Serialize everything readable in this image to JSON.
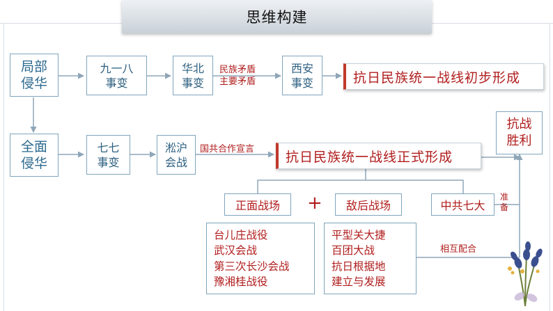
{
  "title": "思维构建",
  "row1": {
    "start": [
      "局部",
      "侵华"
    ],
    "event1": [
      "九一八",
      "事变"
    ],
    "event2": [
      "华北",
      "事变"
    ],
    "conflict_note": [
      "民族矛盾",
      "主要矛盾"
    ],
    "event3": [
      "西安",
      "事变"
    ],
    "result": "抗日民族统一战线初步形成"
  },
  "row2": {
    "start": [
      "全面",
      "侵华"
    ],
    "event1": [
      "七七",
      "事变"
    ],
    "event2": [
      "淞沪",
      "会战"
    ],
    "note": "国共合作宣言",
    "result": "抗日民族统一战线正式形成"
  },
  "victory": [
    "抗战",
    "胜利"
  ],
  "fronts": {
    "frontal": "正面战场",
    "plus": "+",
    "enemy_rear": "敌后战场",
    "ccp": "中共七大",
    "prepare_note": [
      "准",
      "备"
    ]
  },
  "frontal_list": [
    "台儿庄战役",
    "武汉会战",
    "第三次长沙会战",
    "豫湘桂战役"
  ],
  "rear_list": [
    "平型关大捷",
    "百团大战",
    "抗日根据地",
    "建立与发展"
  ],
  "cooperate_note": "相互配合"
}
